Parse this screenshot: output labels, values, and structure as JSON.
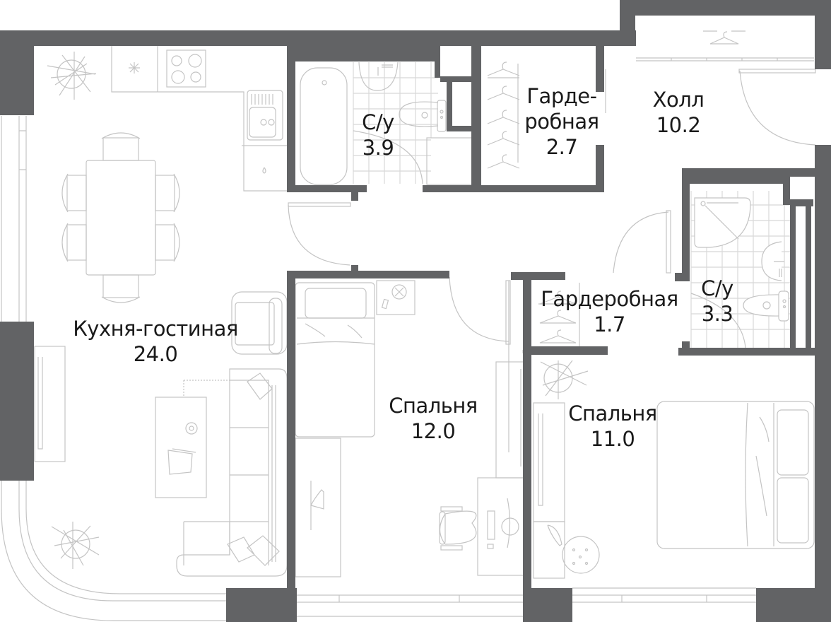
{
  "plan": {
    "wall_color": "#626365",
    "line_color": "#bdbdbd",
    "text_color": "#1a1a1a",
    "background": "#ffffff"
  },
  "rooms": [
    {
      "id": "kitchen-living",
      "name": "Кухня-гостиная",
      "area": "24.0"
    },
    {
      "id": "bathroom-1",
      "name": "С/у",
      "area": "3.9"
    },
    {
      "id": "wardrobe-1",
      "name_line1": "Гарде-",
      "name_line2": "робная",
      "area": "2.7"
    },
    {
      "id": "hall",
      "name": "Холл",
      "area": "10.2"
    },
    {
      "id": "wardrobe-2",
      "name": "Гардеробная",
      "area": "1.7"
    },
    {
      "id": "bathroom-2",
      "name": "С/у",
      "area": "3.3"
    },
    {
      "id": "bedroom-1",
      "name": "Спальня",
      "area": "12.0"
    },
    {
      "id": "bedroom-2",
      "name": "Спальня",
      "area": "11.0"
    }
  ],
  "icons": [
    "plant-icon",
    "stove-icon",
    "sink-icon",
    "dining-table-icon",
    "chair-icon",
    "sofa-icon",
    "coffee-table-icon",
    "tv-stand-icon",
    "bathtub-icon",
    "toilet-icon",
    "washbasin-icon",
    "hanger-icon",
    "shower-icon",
    "single-bed-icon",
    "double-bed-icon",
    "desk-icon",
    "office-chair-icon",
    "washing-machine-icon",
    "door-swing-icon",
    "window-icon"
  ]
}
